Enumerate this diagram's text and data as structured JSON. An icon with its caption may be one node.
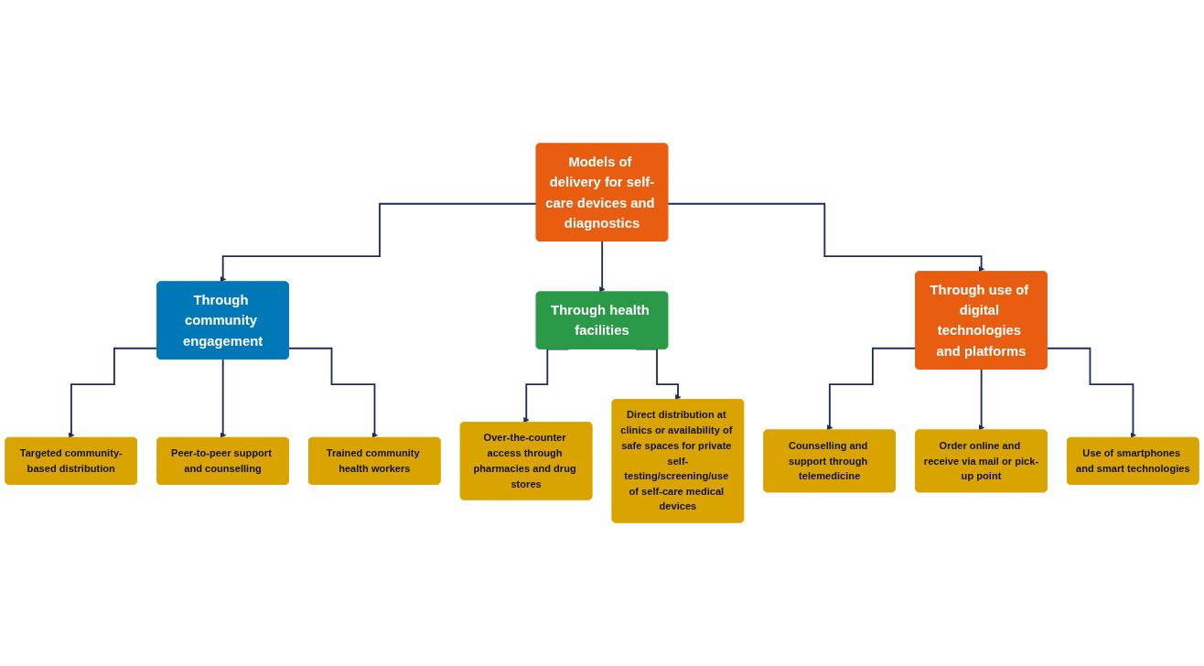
{
  "diagram": {
    "nodes": [
      {
        "text": [
          "Models of delivery for self-care devices and diagnostics"
        ]
      },
      {
        "text": [
          "Through community engagement"
        ]
      },
      {
        "text": [
          "Through health facilities"
        ]
      },
      {
        "text": [
          "Through use of digital technologies and platforms"
        ]
      },
      {
        "text": [
          "Targeted community-based distribution"
        ]
      },
      {
        "text": [
          "Peer-to-peer support and counselling"
        ]
      },
      {
        "text": [
          "Trained community health workers"
        ]
      },
      {
        "text": [
          "Over-the-counter access through pharmacies and drug stores"
        ]
      },
      {
        "text": [
          "Direct distribution at clinics or availability of safe spaces for private self-testing/screening/use of self-care medical devices"
        ]
      },
      {
        "text": [
          "Counselling and support through telemedicine"
        ]
      },
      {
        "text": [
          "Order online and receive via mail or pick-up point"
        ]
      },
      {
        "text": [
          "Use of smartphones and smart technologies"
        ]
      }
    ],
    "edges": [
      {
        "from": 0,
        "to": 1,
        "arrow": "to"
      },
      {
        "from": 0,
        "to": 2,
        "arrow": "to"
      },
      {
        "from": 0,
        "to": 3,
        "arrow": "to"
      },
      {
        "from": 1,
        "to": 4,
        "arrow": "to"
      },
      {
        "from": 1,
        "to": 5,
        "arrow": "to"
      },
      {
        "from": 1,
        "to": 6,
        "arrow": "to"
      },
      {
        "from": 2,
        "to": 7,
        "arrow": "to"
      },
      {
        "from": 2,
        "to": 8,
        "arrow": "to"
      },
      {
        "from": 3,
        "to": 9,
        "arrow": "to"
      },
      {
        "from": 3,
        "to": 10,
        "arrow": "to"
      },
      {
        "from": 3,
        "to": 11,
        "arrow": "to"
      }
    ]
  }
}
